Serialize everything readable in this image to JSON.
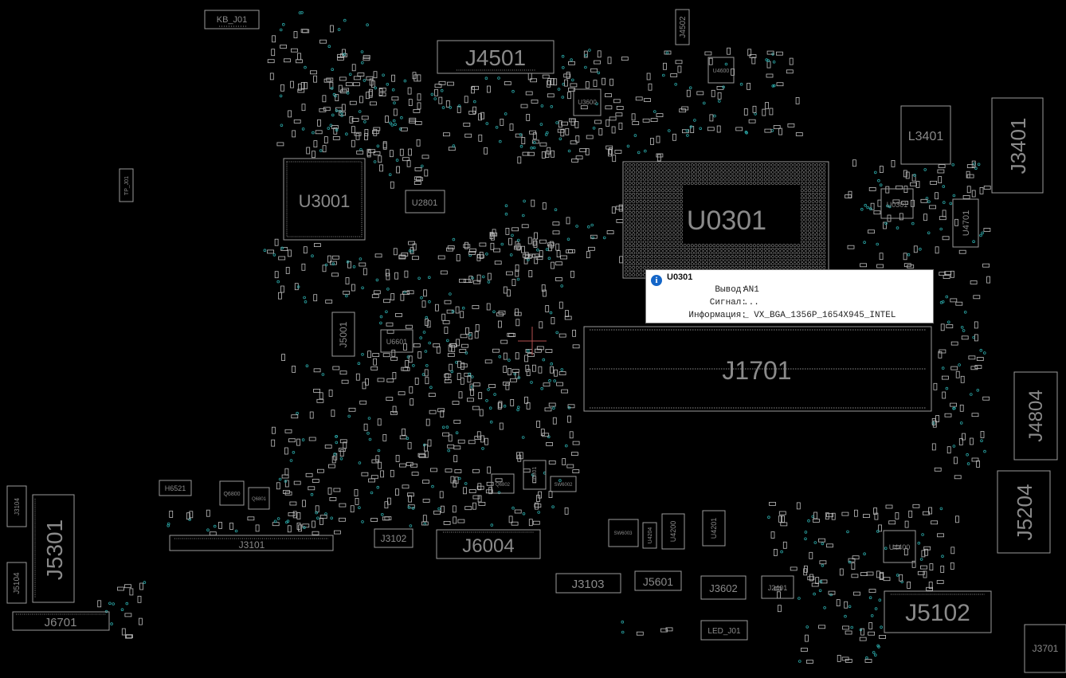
{
  "components": {
    "kb_j01": "KB_J01",
    "j4501": "J4501",
    "j4502": "J4502",
    "u3001": "U3001",
    "u2801": "U2801",
    "u0301": "U0301",
    "u0301b": "U0301",
    "l3401": "L3401",
    "j3401": "J3401",
    "u4701": "U4701",
    "tp_j01": "TP_J01",
    "j5001": "J5001",
    "u6601": "U6601",
    "u3600": "U3600",
    "j1701": "J1701",
    "j4804": "J4804",
    "j5204": "J5204",
    "h6521": "H6521",
    "q6800": "Q6800",
    "q6801": "Q6801",
    "j3101": "J3101",
    "j3102": "J3102",
    "j6004": "J6004",
    "q6802": "Q6802",
    "u6801": "U6801",
    "sw6002": "SW6002",
    "sw6003": "SW6003",
    "u4204": "U4204",
    "u4200": "U4200",
    "u4201": "U4201",
    "u4400": "U4400",
    "j3103": "J3103",
    "j5601": "J5601",
    "j3602": "J3602",
    "j2401": "J2401",
    "j5102": "J5102",
    "led_j01": "LED_J01",
    "j3701": "J3701",
    "j5301": "J5301",
    "j3104": "J3104",
    "j5104": "J5104",
    "j6701": "J6701",
    "u4600": "U4600"
  },
  "tooltip": {
    "icon": "info-icon",
    "title": "U0301",
    "pin_label": "Вывод:",
    "pin_value": "AN1",
    "signal_label": "Сигнал:",
    "signal_value": "...",
    "info_label": "Информация:",
    "info_value": "_ VX_BGA_1356P_1654X945_INTEL"
  },
  "colors": {
    "background": "#000000",
    "outline": "#9a9a9a",
    "label": "#8a8a8a",
    "via": "#2aa6a6",
    "tooltip_bg": "#ffffff",
    "info_icon": "#1466c8"
  }
}
